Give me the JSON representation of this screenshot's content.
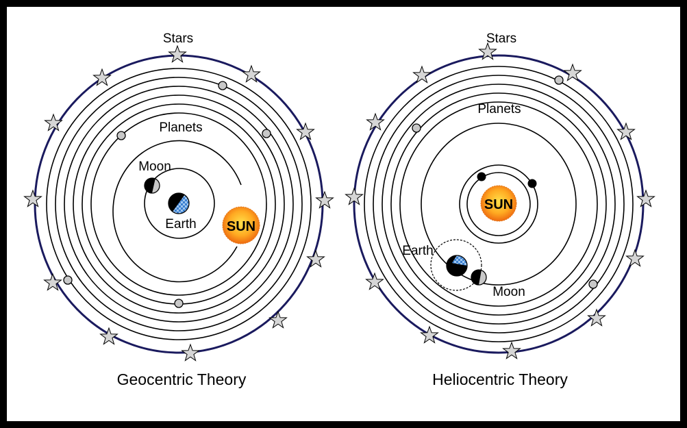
{
  "colors": {
    "frame": "#000000",
    "star_sphere": "#1a1a5e",
    "orbit": "#000000",
    "star_fill": "#d6d6d6",
    "planet_fill": "#c8c8c8",
    "earth_blue": "#3a7fd0",
    "sun_center": "#ffd23a",
    "sun_edge": "#ee6a10"
  },
  "geocentric": {
    "title": "Geocentric Theory",
    "labels": {
      "stars": "Stars",
      "planets": "Planets",
      "moon": "Moon",
      "earth": "Earth",
      "sun": "SUN"
    }
  },
  "heliocentric": {
    "title": "Heliocentric Theory",
    "labels": {
      "stars": "Stars",
      "planets": "Planets",
      "moon": "Moon",
      "earth": "Earth",
      "sun": "SUN"
    }
  }
}
